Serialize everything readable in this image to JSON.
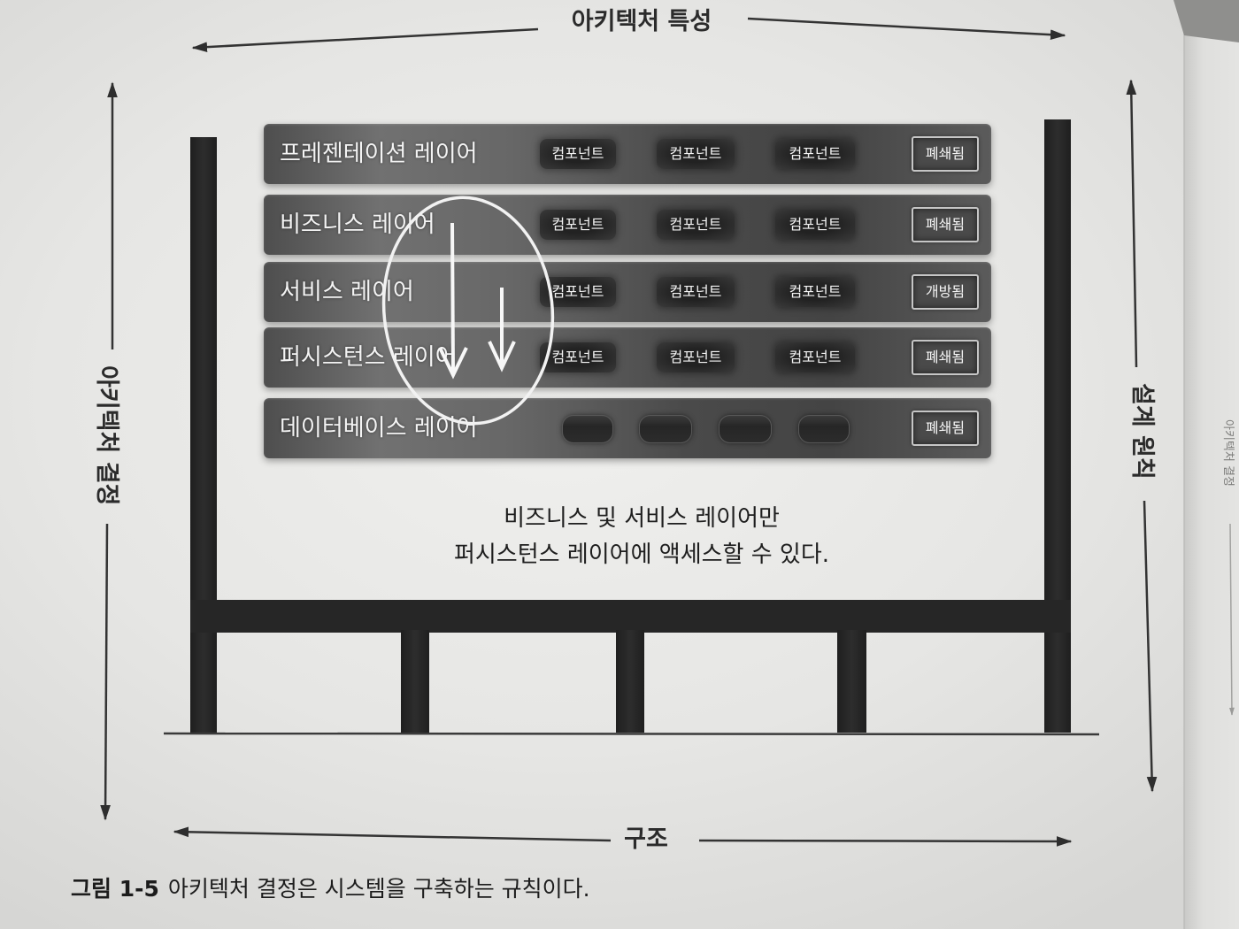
{
  "figure": {
    "top_axis": {
      "label": "아키텍처 특성"
    },
    "left_axis": {
      "label": "아키텍처 결정"
    },
    "right_axis": {
      "label": "설계 원칙"
    },
    "bottom_axis": {
      "label": "구조"
    },
    "layers": [
      {
        "name": "프레젠테이션 레이어",
        "components": [
          "컴포넌트",
          "컴포넌트",
          "컴포넌트"
        ],
        "status": "폐쇄됨"
      },
      {
        "name": "비즈니스 레이어",
        "components": [
          "컴포넌트",
          "컴포넌트",
          "컴포넌트"
        ],
        "status": "폐쇄됨"
      },
      {
        "name": "서비스 레이어",
        "components": [
          "컴포넌트",
          "컴포넌트",
          "컴포넌트"
        ],
        "status": "개방됨"
      },
      {
        "name": "퍼시스턴스 레이어",
        "components": [
          "컴포넌트",
          "컴포넌트",
          "컴포넌트"
        ],
        "status": "폐쇄됨"
      },
      {
        "name": "데이터베이스 레이어",
        "icons": [
          "database-icon",
          "database-icon",
          "database-icon",
          "database-icon"
        ],
        "status": "폐쇄됨"
      }
    ],
    "note": {
      "line1": "비즈니스 및 서비스 레이어만",
      "line2": "퍼시스턴스 레이어에 액세스할 수 있다."
    }
  },
  "caption": {
    "number": "그림 1-5",
    "text": "아키텍처 결정은 시스템을 구축하는 규칙이다."
  },
  "adjacent_page": {
    "label": "아키텍처 결정"
  },
  "colors": {
    "paper": "#e7e7e4",
    "structure": "#262626",
    "layer": "#555555",
    "component": "#2c2c2c",
    "highlight": "#f5f5f5",
    "text": "#222222"
  }
}
